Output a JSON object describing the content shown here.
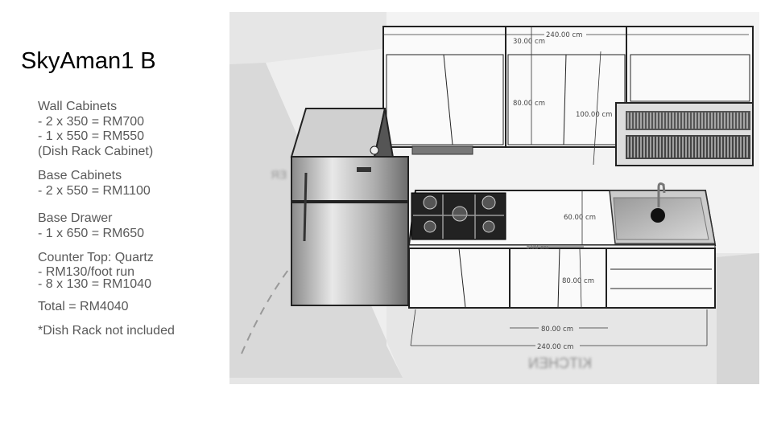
{
  "slide": {
    "title": "SkyAman1 B",
    "wall_cabinets": {
      "heading": "Wall Cabinets",
      "lines": [
        "- 2 x 350 = RM700",
        "- 1 x 550 = RM550",
        "(Dish Rack Cabinet)"
      ]
    },
    "base_cabinets": {
      "heading": "Base Cabinets",
      "lines": [
        "- 2 x 550 = RM1100"
      ]
    },
    "base_drawer": {
      "heading": "Base Drawer",
      "lines": [
        "- 1 x 650 = RM650"
      ]
    },
    "counter_top": {
      "heading": "Counter Top: Quartz",
      "lines": [
        "- RM130/foot run",
        "- 8 x 130 = RM1040"
      ]
    },
    "total": "Total = RM4040",
    "footnote": "*Dish Rack not included"
  },
  "render": {
    "dimensions": {
      "top_width": "240.00 cm",
      "wall_gap": "30.00 cm",
      "wall_height": "80.00 cm",
      "wall_to_counter": "100.00 cm",
      "counter_depth": "60.00 cm",
      "counter_thickness": "4.00 cm",
      "base_height": "80.00 cm",
      "base_unit_width": "80.00 cm",
      "bottom_width": "240.00 cm"
    },
    "floor_labels": [
      "KITCHEN",
      "ER"
    ]
  }
}
